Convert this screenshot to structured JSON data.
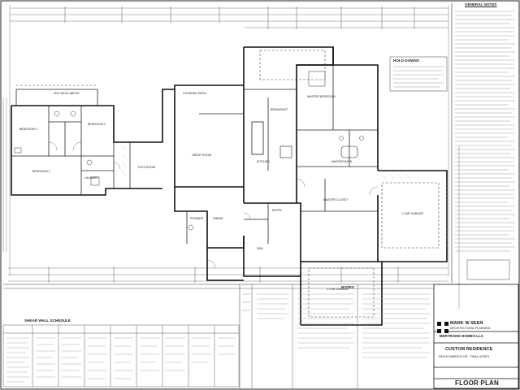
{
  "general_notes": {
    "title": "GENERAL NOTES"
  },
  "hold_downs": {
    "title": "HOLD DOWNS"
  },
  "shear_wall_schedule": {
    "title": "SHEAR WALL SCHEDULE"
  },
  "notes": {
    "title": "NOTES"
  },
  "rooms": {
    "bedroom_4": "BEDROOM 4",
    "bedroom_3": "BEDROOM 3",
    "bedroom_2": "BEDROOM 2",
    "flex_room": "FLEX ROOM",
    "laundry": "LAUNDRY",
    "great_room": "GREAT ROOM",
    "kitchen": "KITCHEN",
    "breakfast": "BREAKFAST",
    "master_bedroom": "MASTER BEDROOM",
    "master_bath": "MASTER BATH",
    "master_closet": "MASTER CLOSET",
    "dining": "DINING",
    "powder": "POWDER",
    "den": "DEN",
    "entry": "ENTRY",
    "garage_1": "1 CAR GARAGE",
    "garage_2": "2 CAR GARAGE",
    "veg_deck": "VEG DECK ABOVE",
    "covered_patio": "COVERED PATIO"
  },
  "stamp": {
    "name": "MARK W SEEN",
    "subtitle": "ARCHITECTURAL PLANNING"
  },
  "title_block": {
    "builder": "BERTRAND HOMES LLC",
    "project": "CUSTOM RESIDENCE",
    "address": "9016 E RIMROCK DR · FINAL ACRES",
    "sheet_title": "FLOOR PLAN"
  }
}
